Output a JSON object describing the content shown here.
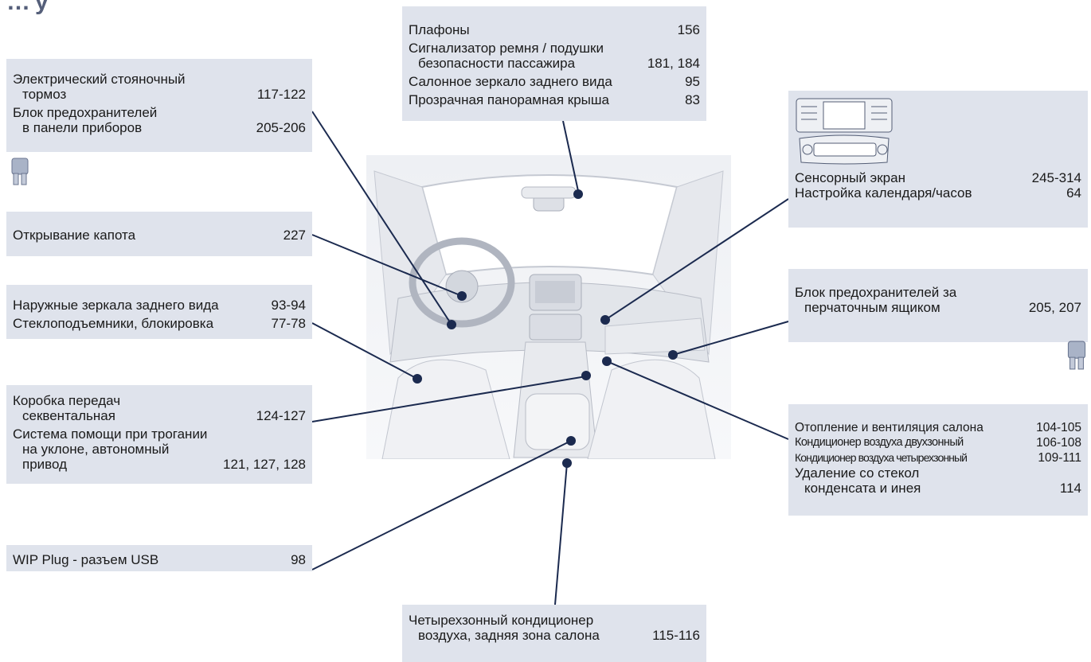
{
  "heading_fragment": "…у",
  "boxes": {
    "ceiling": {
      "rows": [
        {
          "label": "Плафоны",
          "page": "156"
        },
        {
          "label": "Сигнализатор ремня / подушки",
          "page": ""
        },
        {
          "label": "безопасности пассажира",
          "page": "181, 184"
        },
        {
          "label": "Салонное зеркало заднего вида",
          "page": "95"
        },
        {
          "label": "Прозрачная панорамная крыша",
          "page": "83"
        }
      ]
    },
    "parking_brake": {
      "rows": [
        {
          "label": "Электрический стояночный",
          "page": ""
        },
        {
          "label": "тормоз",
          "page": "117-122"
        },
        {
          "label": "Блок предохранителей",
          "page": ""
        },
        {
          "label": "в панели приборов",
          "page": "205-206"
        }
      ]
    },
    "bonnet": {
      "rows": [
        {
          "label": "Открывание капота",
          "page": "227"
        }
      ]
    },
    "mirrors": {
      "rows": [
        {
          "label": "Наружные зеркала заднего вида",
          "page": "93-94"
        },
        {
          "label": "Стеклоподъемники, блокировка",
          "page": "77-78"
        }
      ]
    },
    "gearbox": {
      "rows": [
        {
          "label": "Коробка передач",
          "page": ""
        },
        {
          "label": "секвентальная",
          "page": "124-127"
        },
        {
          "label": "Система помощи при трогании",
          "page": ""
        },
        {
          "label": "на уклоне, автономный",
          "page": ""
        },
        {
          "label": "привод",
          "page": "121, 127, 128"
        }
      ]
    },
    "usb": {
      "rows": [
        {
          "label": "WIP Plug - разъем USB",
          "page": "98"
        }
      ]
    },
    "touchscreen": {
      "rows": [
        {
          "label": "Сенсорный экран",
          "page": "245-314"
        },
        {
          "label": "Настройка календаря/часов",
          "page": "64"
        }
      ]
    },
    "glovebox_fuses": {
      "rows": [
        {
          "label": "Блок предохранителей за",
          "page": ""
        },
        {
          "label": "перчаточным ящиком",
          "page": "205, 207"
        }
      ]
    },
    "climate": {
      "rows": [
        {
          "label": "Отопление и вентиляция салона",
          "page": "104-105"
        },
        {
          "label": "Кондиционер воздуха двухзонный",
          "page": "106-108"
        },
        {
          "label": "Кондиционер воздуха четырехзонный",
          "page": "109-111"
        },
        {
          "label": "Удаление со стекол",
          "page": ""
        },
        {
          "label": "конденсата и инея",
          "page": "114"
        }
      ]
    },
    "rear_ac": {
      "rows": [
        {
          "label": "Четырехзонный кондиционер",
          "page": ""
        },
        {
          "label": "воздуха, задняя зона салона",
          "page": "115-116"
        }
      ]
    }
  },
  "icons": [
    "fuse-icon",
    "fuse-icon",
    "center-console-icon"
  ],
  "colors": {
    "box_bg": "#dfe3ec",
    "leader_line": "#1b2a4f",
    "heading": "#555f7a"
  }
}
